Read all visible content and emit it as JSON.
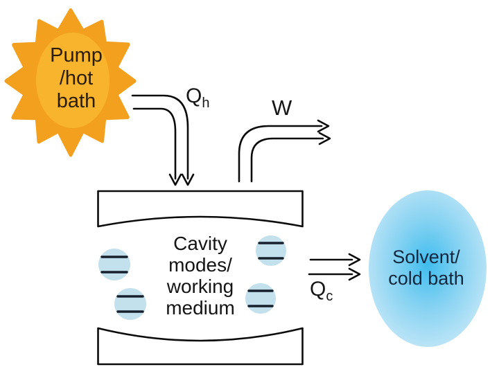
{
  "hot_bath": {
    "lines": [
      "Pump",
      "/hot",
      "bath"
    ],
    "outer_color": "#F4A01F",
    "inner_color": "#F8B42C",
    "text_color": "#2A1C07"
  },
  "flows": {
    "heat_in": {
      "symbol": "Q",
      "sub": "h"
    },
    "work": {
      "symbol": "W"
    },
    "heat_out": {
      "symbol": "Q",
      "sub": "c"
    }
  },
  "cavity": {
    "lines": [
      "Cavity",
      "modes/",
      "working",
      "medium"
    ],
    "text_color": "#141414",
    "mirror_fill": "#FFFFFF",
    "stroke_color": "#0B0B0B",
    "atom_fill": "#C3E0ED",
    "atom_count": 4,
    "energy_levels_per_atom": 2
  },
  "cold_bath": {
    "lines": [
      "Solvent/",
      "cold bath"
    ],
    "text_color": "#14273F",
    "center_color": "#3FBDEE",
    "edge_color": "#CDEAF8"
  }
}
